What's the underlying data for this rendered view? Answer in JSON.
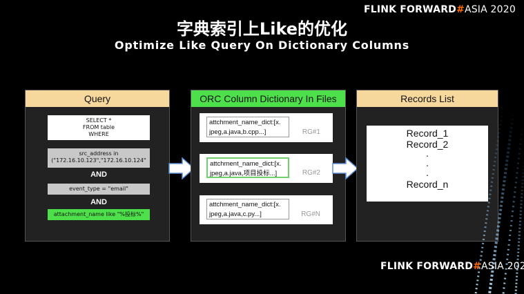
{
  "brand": {
    "flink": "FLINK",
    "forward": "FORWARD",
    "hash": "#",
    "asia": "ASIA 2020"
  },
  "title": {
    "cn": "字典索引上Like的优化",
    "en": "Optimize Like Query On Dictionary Columns"
  },
  "query": {
    "header": "Query",
    "select_lines": [
      "SELECT *",
      "FROM table",
      "WHERE"
    ],
    "src_lines": [
      "src_address in",
      "(\"172.16.10.123\",\"172.16.10.124\""
    ],
    "and": "AND",
    "event": "event_type = \"email\"",
    "attach": "attachment_name like \"%投标%\""
  },
  "orc": {
    "header": "ORC Column Dictionary In Files",
    "groups": [
      {
        "lines": [
          "attchment_name_dict:[x.",
          "jpeg,a.java,b.cpp...]"
        ],
        "label": "RG#1"
      },
      {
        "lines": [
          "attchment_name_dict:[x.",
          "jpeg,a.java,项目投标...]"
        ],
        "label": "RG#2"
      },
      {
        "lines": [
          "attchment_name_dict:[x.",
          "jpeg,a.java,c.py...]"
        ],
        "label": "RG#N"
      }
    ]
  },
  "records": {
    "header": "Records List",
    "items": [
      "Record_1",
      "Record_2",
      ".",
      ".",
      ".",
      "Record_n"
    ]
  },
  "colors": {
    "accent_orange": "#ff6a00",
    "header_tan": "#f6d79c",
    "highlight_green": "#4ee04a"
  }
}
